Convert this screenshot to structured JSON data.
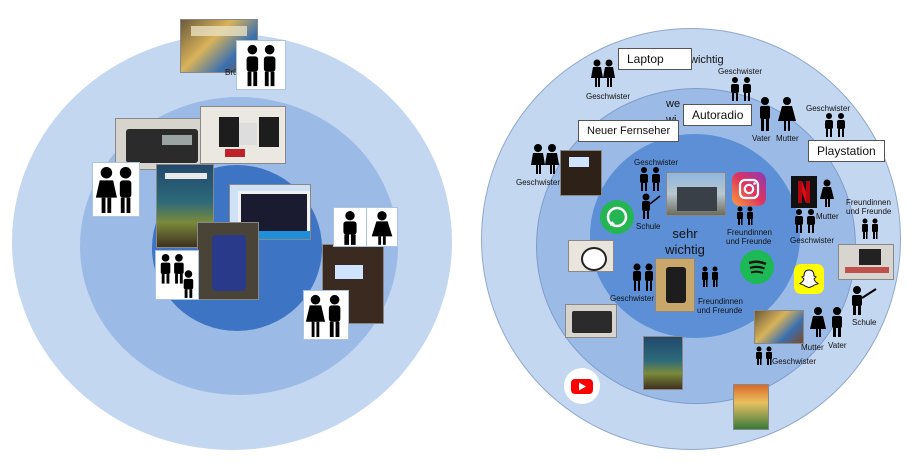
{
  "right": {
    "center_line1": "sehr",
    "center_line2": "wichtig",
    "level2_frag1": "we",
    "level2_frag2": "wi",
    "level3_frag": "wichtig",
    "boxes": {
      "laptop": "Laptop",
      "autoradio": "Autoradio",
      "neuer_fernseher": "Neuer Fernseher",
      "playstation": "Playstation"
    },
    "captions": {
      "geschwister": "Geschwister",
      "vater": "Vater",
      "mutter": "Mutter",
      "schule": "Schule",
      "freunde_l1": "Freundinnen",
      "freunde_l2": "und Freunde"
    }
  },
  "left": {
    "partial_caption": "Brüder"
  },
  "colors": {
    "outer": "#c4d7f0",
    "middle": "#9bbbe6",
    "inner": "#3e74c4",
    "center_right": "#5c8fd6"
  },
  "icons": [
    "whatsapp-icon",
    "instagram-icon",
    "spotify-icon",
    "netflix-icon",
    "snapchat-icon",
    "youtube-icon"
  ]
}
